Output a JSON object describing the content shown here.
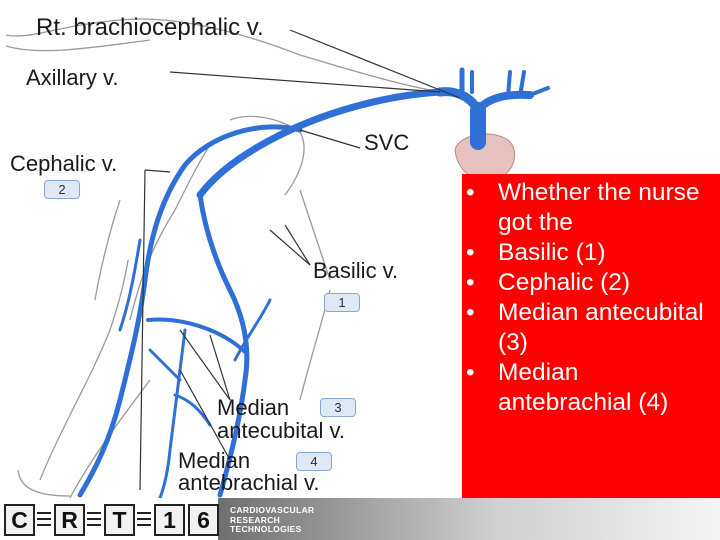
{
  "diagram": {
    "labels": {
      "rt_brachiocephalic": "Rt. brachiocephalic v.",
      "axillary": "Axillary v.",
      "svc": "SVC",
      "cephalic": "Cephalic v.",
      "basilic": "Basilic v.",
      "median_antecubital_1": "Median",
      "median_antecubital_2": "antecubital v.",
      "median_antebrachial_1": "Median",
      "median_antebrachial_2": "antebrachial v."
    },
    "markers": {
      "cephalic": "2",
      "basilic": "1",
      "median_antecubital": "3",
      "median_antebrachial": "4"
    },
    "colors": {
      "vein": "#2f6fd6",
      "vein_dark": "#1f4fa8",
      "outline": "#9a9a9a",
      "heart": "#e7c0c0"
    }
  },
  "panel": {
    "background": "#ff0000",
    "bullet_char": "•",
    "bullets": [
      {
        "text": "Whether the nurse got the"
      },
      {
        "text": "Basilic (1)"
      },
      {
        "text": "Cephalic (2)"
      },
      {
        "text": "Median antecubital (3)"
      },
      {
        "text": "Median antebrachial (4)"
      }
    ]
  },
  "footer": {
    "logo": {
      "c": "C",
      "r": "R",
      "t": "T",
      "one": "1",
      "six": "6"
    },
    "tagline": [
      "CARDIOVASCULAR",
      "RESEARCH",
      "TECHNOLOGIES"
    ]
  }
}
